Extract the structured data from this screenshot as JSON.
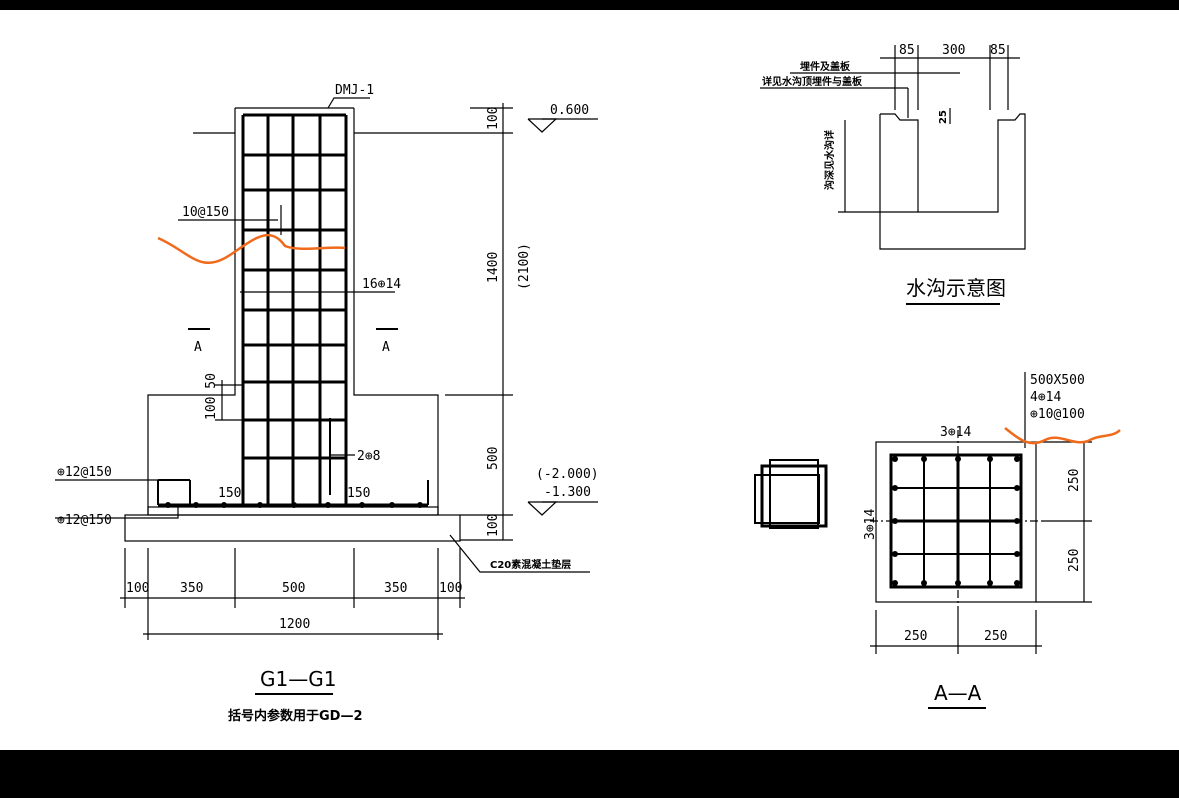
{
  "g1": {
    "label_dmj": "DMJ-1",
    "elev_top": "0.600",
    "dim_100_top": "100",
    "dim_1400": "1400",
    "dim_2100": "(2100)",
    "stirrup": "10@150",
    "main_bars": "16⊕14",
    "sec_a_left": "A",
    "sec_a_right": "A",
    "dim_100_50": "100 50",
    "dim_500": "500",
    "elev_bot_paren": "(-2.000)",
    "elev_bot": "-1.300",
    "bars_2": "2⊕8",
    "lap_left": "150",
    "lap_right": "150",
    "base_bar_1": "⊕12@150",
    "base_bar_2": "⊕12@150",
    "dim_100_bot": "100",
    "concrete_note": "C20素混凝土垫层",
    "w_100_l": "100",
    "w_350_l": "350",
    "w_500": "500",
    "w_350_r": "350",
    "w_100_r": "100",
    "w_1200": "1200",
    "title": "G1—G1",
    "subtitle": "括号内参数用于GD—2"
  },
  "gutter": {
    "d85_l": "85",
    "d300": "300",
    "d85_r": "85",
    "note1": "埋件及盖板",
    "note2": "详见水沟顶埋件与盖板",
    "side_note": "沟深见水沟详",
    "d25": "25",
    "title": "水沟示意图"
  },
  "aa": {
    "size": "500X500",
    "bars": "4⊕14",
    "stirrup": "⊕10@100",
    "top_bars": "3⊕14",
    "side_bars": "3⊕14",
    "d250_r1": "250",
    "d250_r2": "250",
    "d250_b1": "250",
    "d250_b2": "250",
    "title": "A—A"
  },
  "colors": {
    "markup": "#f06a1c",
    "frame": "#000000",
    "paper": "#ffffff"
  }
}
